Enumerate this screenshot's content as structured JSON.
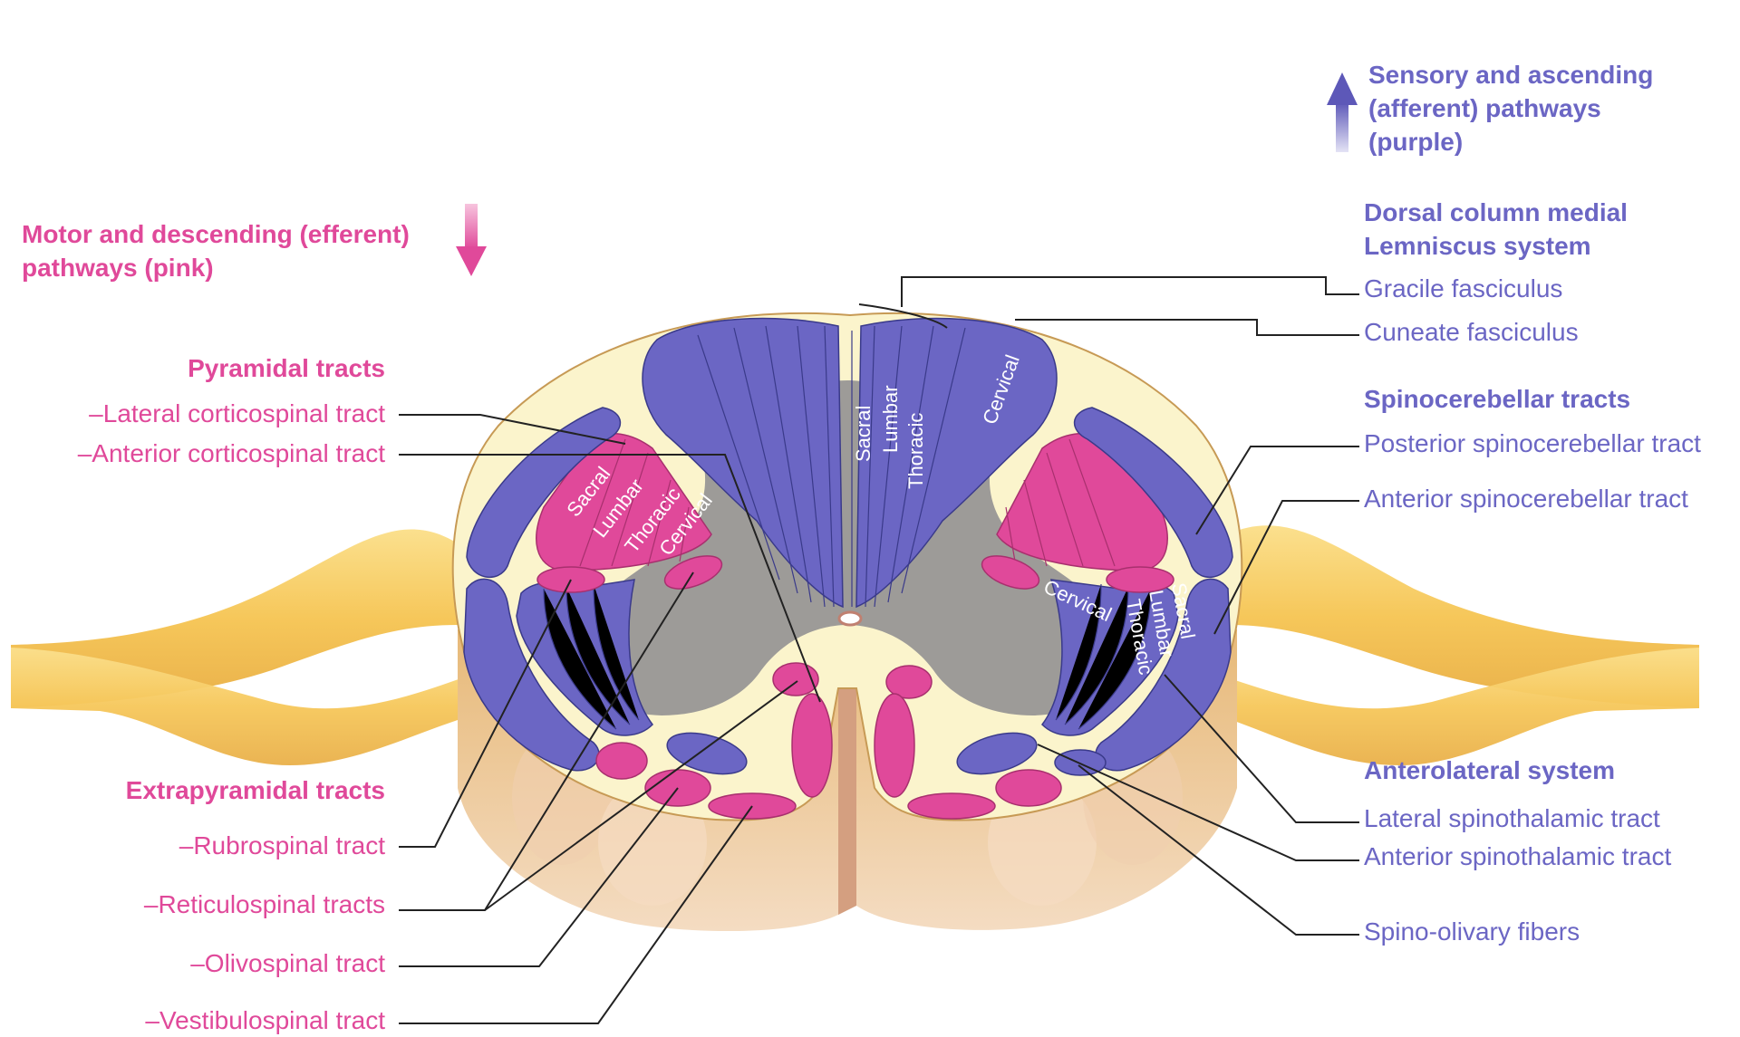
{
  "legend": {
    "motor_line1": "Motor and descending (efferent)",
    "motor_line2": "pathways (pink)",
    "sensory_line1": "Sensory and ascending",
    "sensory_line2": "(afferent) pathways",
    "sensory_line3": "(purple)"
  },
  "left_labels": {
    "pyramidal_heading": "Pyramidal tracts",
    "lateral_corticospinal": "–Lateral corticospinal tract",
    "anterior_corticospinal": "–Anterior corticospinal tract",
    "extrapyramidal_heading": "Extrapyramidal tracts",
    "rubrospinal": "–Rubrospinal tract",
    "reticulospinal": "–Reticulospinal tracts",
    "olivospinal": "–Olivospinal tract",
    "vestibulospinal": "–Vestibulospinal tract"
  },
  "right_labels": {
    "dorsal_heading_line1": "Dorsal column medial",
    "dorsal_heading_line2": "Lemniscus system",
    "gracile": "Gracile fasciculus",
    "cuneate": "Cuneate fasciculus",
    "spinocerebellar_heading": "Spinocerebellar tracts",
    "posterior_spinocerebellar": "Posterior spinocerebellar tract",
    "anterior_spinocerebellar": "Anterior spinocerebellar tract",
    "anterolateral_heading": "Anterolateral system",
    "lateral_spinothalamic": "Lateral spinothalamic tract",
    "anterior_spinothalamic": "Anterior spinothalamic tract",
    "spino_olivary": "Spino-olivary fibers"
  },
  "segments": {
    "sacral": "Sacral",
    "lumbar": "Lumbar",
    "thoracic": "Thoracic",
    "cervical": "Cervical"
  },
  "colors": {
    "motor_pink": "#e0499a",
    "sensory_purple": "#6b66c4",
    "gray_matter": "#9d9b98",
    "white_matter": "#fbf4cc",
    "nerve_root": "#f6c75a"
  }
}
